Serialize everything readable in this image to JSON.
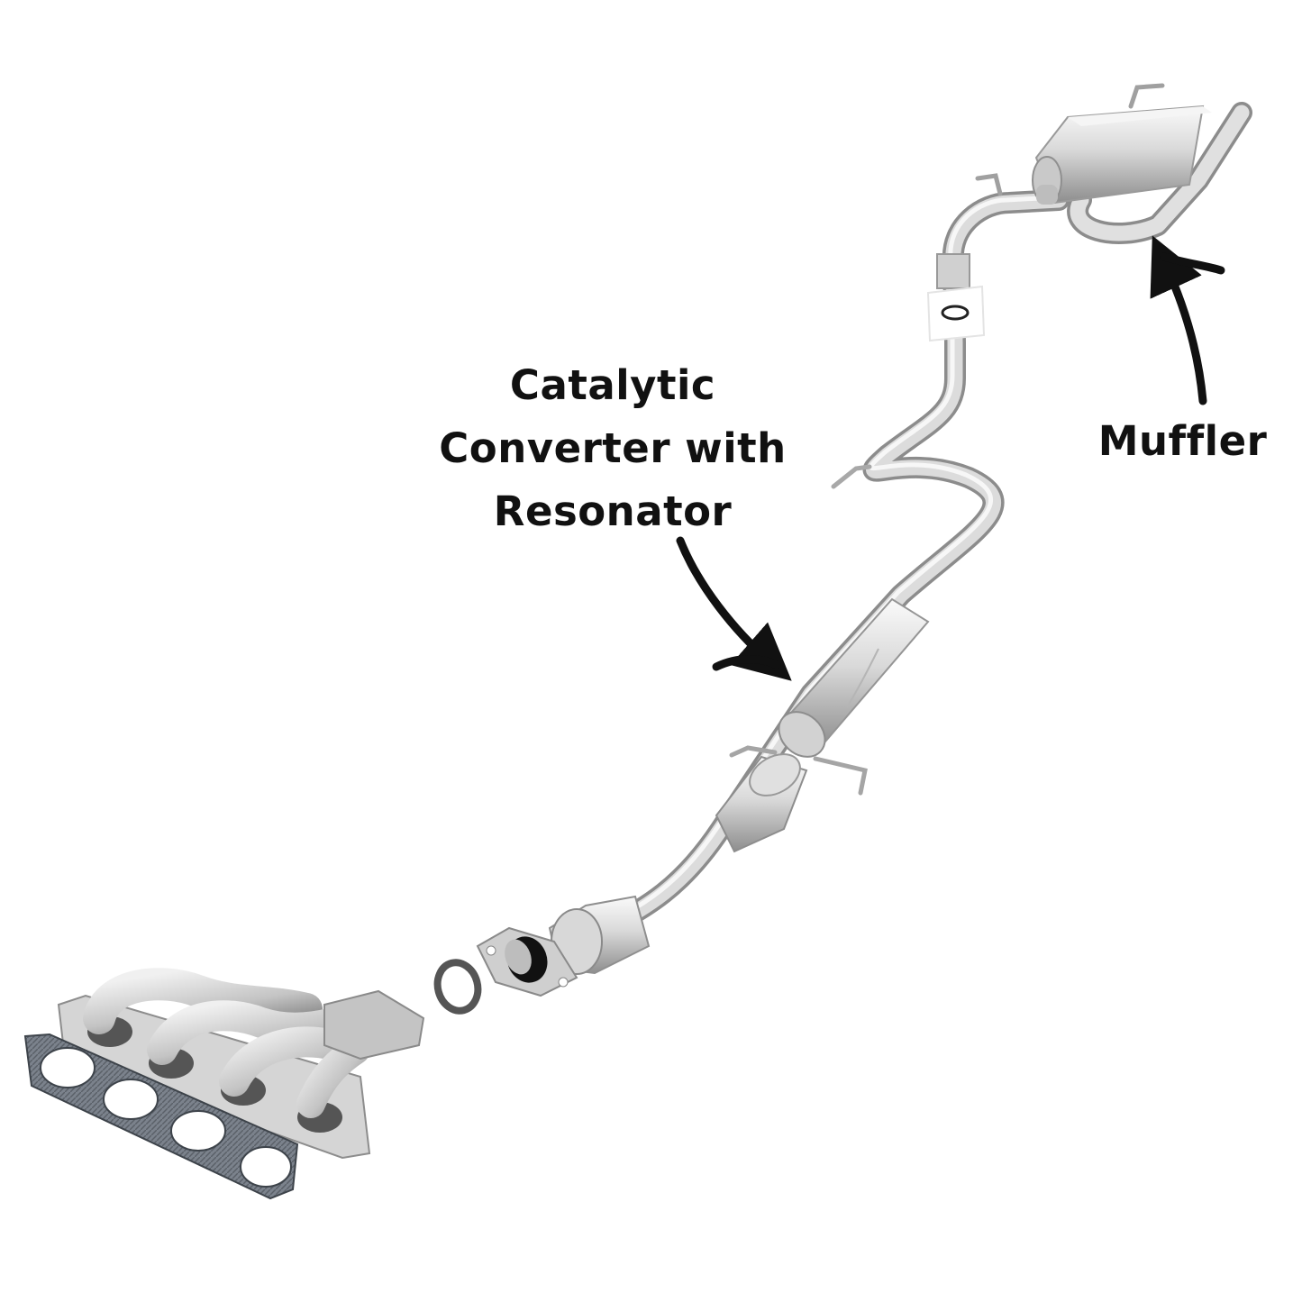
{
  "labels": {
    "catalytic_lines": [
      "Catalytic",
      "Converter with",
      "Resonator"
    ],
    "muffler": "Muffler"
  },
  "colors": {
    "text": "#111111",
    "arrow": "#111111",
    "metal_light": "#f2f2f2",
    "metal_mid": "#c8c8c8",
    "metal_dark": "#8f8f8f",
    "gasket": "#6f7580"
  }
}
